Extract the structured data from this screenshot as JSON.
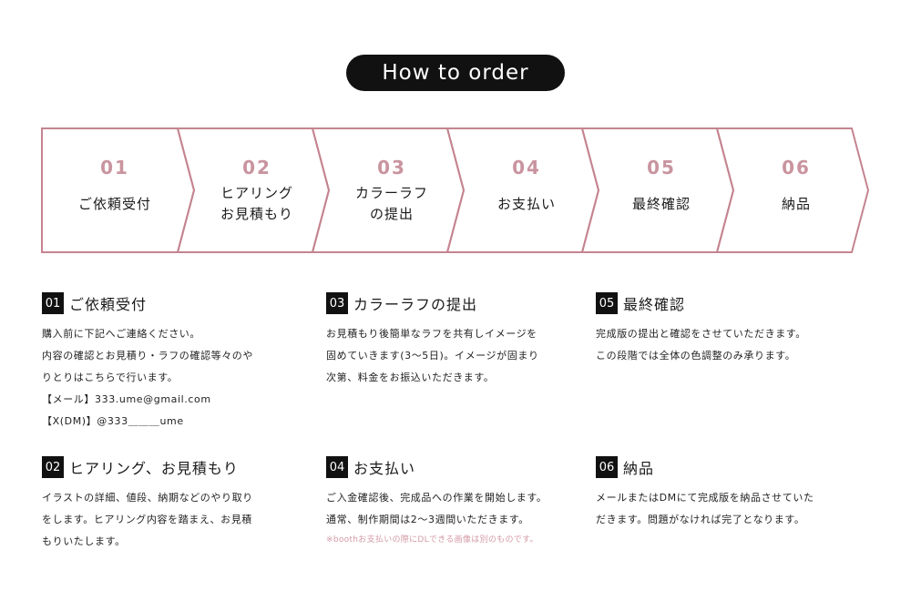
{
  "header": {
    "title": "How to order"
  },
  "colors": {
    "accent": "#c9949f",
    "outline": "#c4848f",
    "dark": "#111111",
    "note": "#d49aa6"
  },
  "steps": [
    {
      "num": "01",
      "label": "ご依頼受付"
    },
    {
      "num": "02",
      "label": "ヒアリング\nお見積もり"
    },
    {
      "num": "03",
      "label": "カラーラフ\nの提出"
    },
    {
      "num": "04",
      "label": "お支払い"
    },
    {
      "num": "05",
      "label": "最終確認"
    },
    {
      "num": "06",
      "label": "納品"
    }
  ],
  "sections": {
    "s01": {
      "num": "01",
      "title": "ご依頼受付",
      "lines": [
        "購入前に下記へご連絡ください。",
        "内容の確認とお見積り・ラフの確認等々のや",
        "りとりはこちらで行います。",
        "【メール】333.ume@gmail.com",
        "【X(DM)】@333＿＿＿ume"
      ]
    },
    "s02": {
      "num": "02",
      "title": "ヒアリング、お見積もり",
      "lines": [
        "イラストの詳細、値段、納期などのやり取り",
        "をします。ヒアリング内容を踏まえ、お見積",
        "もりいたします。"
      ]
    },
    "s03": {
      "num": "03",
      "title": "カラーラフの提出",
      "lines": [
        "お見積もり後簡単なラフを共有しイメージを",
        "固めていきます(3〜5日)。イメージが固まり",
        "次第、料金をお振込いただきます。"
      ]
    },
    "s04": {
      "num": "04",
      "title": "お支払い",
      "lines": [
        "ご入金確認後、完成品への作業を開始します。",
        "通常、制作期間は2〜3週間いただきます。"
      ],
      "note": "※boothお支払いの際にDLできる画像は別のものです。"
    },
    "s05": {
      "num": "05",
      "title": "最終確認",
      "lines": [
        "完成版の提出と確認をさせていただきます。",
        "この段階では全体の色調整のみ承ります。"
      ]
    },
    "s06": {
      "num": "06",
      "title": "納品",
      "lines": [
        "メールまたはDMにて完成版を納品させていた",
        "だきます。問題がなければ完了となります。"
      ]
    }
  }
}
